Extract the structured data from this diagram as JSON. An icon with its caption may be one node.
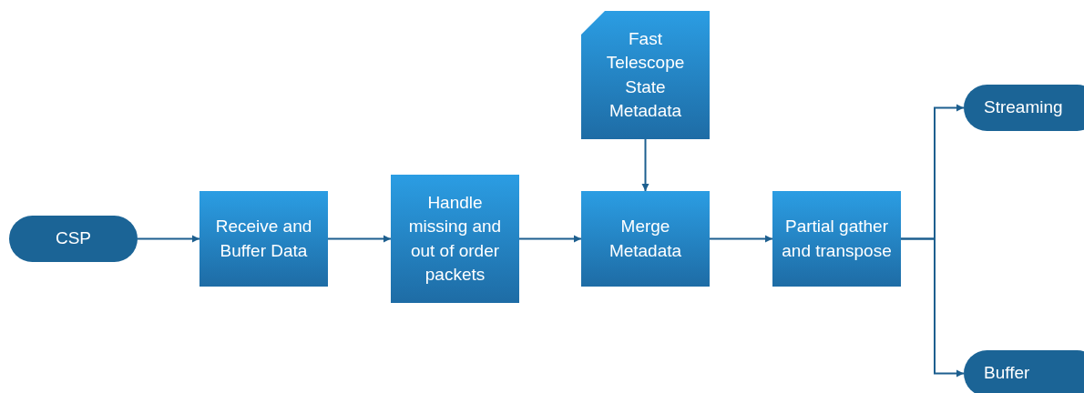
{
  "diagram": {
    "nodes": [
      {
        "text": [
          "CSP"
        ]
      },
      {
        "text": [
          "Receive and Buffer Data"
        ]
      },
      {
        "text": [
          "Handle missing and out of order packets"
        ]
      },
      {
        "text": [
          "Merge Metadata"
        ]
      },
      {
        "text": [
          "Fast Telescope State Metadata"
        ]
      },
      {
        "text": [
          "Partial gather and transpose"
        ]
      },
      {
        "text": [
          "Streaming"
        ]
      },
      {
        "text": [
          "Buffer"
        ]
      }
    ],
    "edges": [
      {
        "from": 0,
        "to": 1,
        "arrow": "to"
      },
      {
        "from": 1,
        "to": 2,
        "arrow": "to"
      },
      {
        "from": 2,
        "to": 3,
        "arrow": "to"
      },
      {
        "from": 4,
        "to": 3,
        "arrow": "to"
      },
      {
        "from": 3,
        "to": 5,
        "arrow": "to"
      },
      {
        "from": 5,
        "to": 6,
        "arrow": "to"
      },
      {
        "from": 5,
        "to": 7,
        "arrow": "to"
      }
    ]
  }
}
